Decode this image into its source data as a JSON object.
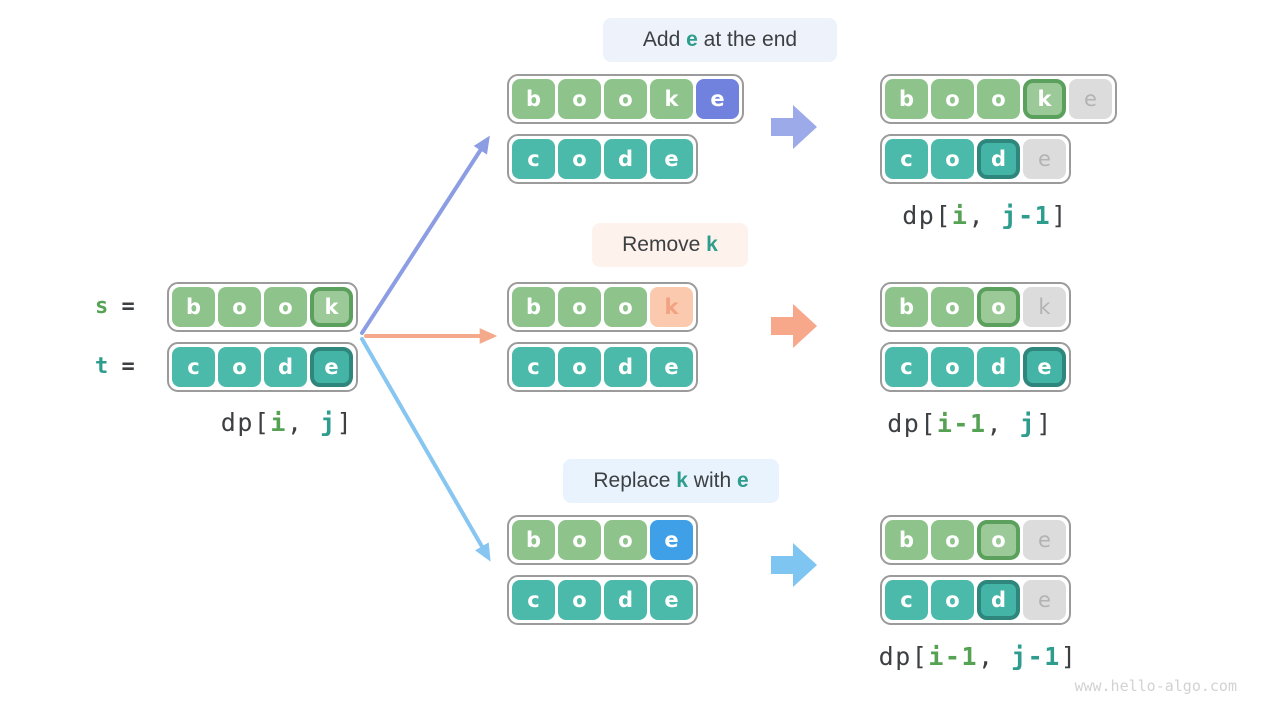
{
  "watermark": "www.hello-algo.com",
  "palette": {
    "green_cell": "#8ec48b",
    "green_active_border": "#5ba05c",
    "teal_cell": "#4cbaab",
    "teal_active_border": "#2e867c",
    "periwinkle_cell": "#7181de",
    "blue_cell": "#3fa0e8",
    "pink_cell": "#fac9ae",
    "gray_cell": "#dcdcdc",
    "row_border": "#9b9b9b",
    "arrow_add_line": "#8c9de3",
    "arrow_remove_line": "#f5a98c",
    "arrow_replace_line": "#86c6f1",
    "arrow_add_block": "#9daae9",
    "arrow_remove_block": "#f7a78a",
    "arrow_replace_block": "#7ec5f2"
  },
  "left": {
    "s_label": [
      {
        "t": "s",
        "s": "gr"
      },
      {
        "t": " =",
        "s": "dk"
      }
    ],
    "t_label": [
      {
        "t": "t",
        "s": "tl"
      },
      {
        "t": " =",
        "s": "dk"
      }
    ],
    "s_row": [
      {
        "ch": "b",
        "s": "g"
      },
      {
        "ch": "o",
        "s": "g"
      },
      {
        "ch": "o",
        "s": "g"
      },
      {
        "ch": "k",
        "s": "g2"
      }
    ],
    "t_row": [
      {
        "ch": "c",
        "s": "t"
      },
      {
        "ch": "o",
        "s": "t"
      },
      {
        "ch": "d",
        "s": "t"
      },
      {
        "ch": "e",
        "s": "t2"
      }
    ],
    "dp": [
      {
        "t": "dp[",
        "s": "dk"
      },
      {
        "t": "i",
        "s": "gr"
      },
      {
        "t": ", ",
        "s": "dk"
      },
      {
        "t": "j",
        "s": "tl"
      },
      {
        "t": "]",
        "s": "dk"
      }
    ]
  },
  "branches": [
    {
      "name": "add-e-at-the-end",
      "label": [
        {
          "t": "Add ",
          "s": "dk"
        },
        {
          "t": "e",
          "s": "tl"
        },
        {
          "t": " at the end",
          "s": "dk"
        }
      ],
      "mid_s": [
        {
          "ch": "b",
          "s": "g"
        },
        {
          "ch": "o",
          "s": "g"
        },
        {
          "ch": "o",
          "s": "g"
        },
        {
          "ch": "k",
          "s": "g"
        },
        {
          "ch": "e",
          "s": "pw"
        }
      ],
      "mid_t": [
        {
          "ch": "c",
          "s": "t"
        },
        {
          "ch": "o",
          "s": "t"
        },
        {
          "ch": "d",
          "s": "t"
        },
        {
          "ch": "e",
          "s": "t"
        }
      ],
      "res_s": [
        {
          "ch": "b",
          "s": "g"
        },
        {
          "ch": "o",
          "s": "g"
        },
        {
          "ch": "o",
          "s": "g"
        },
        {
          "ch": "k",
          "s": "g2"
        },
        {
          "ch": "e",
          "s": "gy"
        }
      ],
      "res_t": [
        {
          "ch": "c",
          "s": "t"
        },
        {
          "ch": "o",
          "s": "t"
        },
        {
          "ch": "d",
          "s": "t2"
        },
        {
          "ch": "e",
          "s": "gy"
        }
      ],
      "dp": [
        {
          "t": "dp[",
          "s": "dk"
        },
        {
          "t": "i",
          "s": "gr"
        },
        {
          "t": ", ",
          "s": "dk"
        },
        {
          "t": "j-1",
          "s": "tl"
        },
        {
          "t": "]",
          "s": "dk"
        }
      ]
    },
    {
      "name": "remove-k",
      "label": [
        {
          "t": "Remove ",
          "s": "dk"
        },
        {
          "t": "k",
          "s": "tl"
        }
      ],
      "mid_s": [
        {
          "ch": "b",
          "s": "g"
        },
        {
          "ch": "o",
          "s": "g"
        },
        {
          "ch": "o",
          "s": "g"
        },
        {
          "ch": "k",
          "s": "pk"
        }
      ],
      "mid_t": [
        {
          "ch": "c",
          "s": "t"
        },
        {
          "ch": "o",
          "s": "t"
        },
        {
          "ch": "d",
          "s": "t"
        },
        {
          "ch": "e",
          "s": "t"
        }
      ],
      "res_s": [
        {
          "ch": "b",
          "s": "g"
        },
        {
          "ch": "o",
          "s": "g"
        },
        {
          "ch": "o",
          "s": "g2"
        },
        {
          "ch": "k",
          "s": "gy"
        }
      ],
      "res_t": [
        {
          "ch": "c",
          "s": "t"
        },
        {
          "ch": "o",
          "s": "t"
        },
        {
          "ch": "d",
          "s": "t"
        },
        {
          "ch": "e",
          "s": "t2"
        }
      ],
      "dp": [
        {
          "t": "dp[",
          "s": "dk"
        },
        {
          "t": "i-1",
          "s": "gr"
        },
        {
          "t": ", ",
          "s": "dk"
        },
        {
          "t": "j",
          "s": "tl"
        },
        {
          "t": "]",
          "s": "dk"
        }
      ]
    },
    {
      "name": "replace-k-with-e",
      "label": [
        {
          "t": "Replace ",
          "s": "dk"
        },
        {
          "t": "k",
          "s": "tl"
        },
        {
          "t": " with ",
          "s": "dk"
        },
        {
          "t": "e",
          "s": "tl"
        }
      ],
      "mid_s": [
        {
          "ch": "b",
          "s": "g"
        },
        {
          "ch": "o",
          "s": "g"
        },
        {
          "ch": "o",
          "s": "g"
        },
        {
          "ch": "e",
          "s": "bl"
        }
      ],
      "mid_t": [
        {
          "ch": "c",
          "s": "t"
        },
        {
          "ch": "o",
          "s": "t"
        },
        {
          "ch": "d",
          "s": "t"
        },
        {
          "ch": "e",
          "s": "t"
        }
      ],
      "res_s": [
        {
          "ch": "b",
          "s": "g"
        },
        {
          "ch": "o",
          "s": "g"
        },
        {
          "ch": "o",
          "s": "g2"
        },
        {
          "ch": "e",
          "s": "gy"
        }
      ],
      "res_t": [
        {
          "ch": "c",
          "s": "t"
        },
        {
          "ch": "o",
          "s": "t"
        },
        {
          "ch": "d",
          "s": "t2"
        },
        {
          "ch": "e",
          "s": "gy"
        }
      ],
      "dp": [
        {
          "t": "dp[",
          "s": "dk"
        },
        {
          "t": "i-1",
          "s": "gr"
        },
        {
          "t": ", ",
          "s": "dk"
        },
        {
          "t": "j-1",
          "s": "tl"
        },
        {
          "t": "]",
          "s": "dk"
        }
      ]
    }
  ]
}
